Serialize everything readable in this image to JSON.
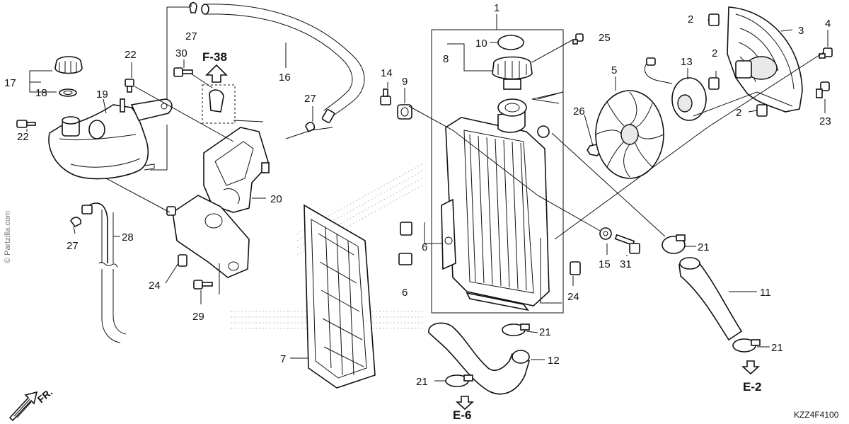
{
  "watermark": "© Partzilla.com",
  "diagram_code": "KZZ4F4100",
  "front_indicator": "FR.",
  "references": [
    "F-38",
    "E-6",
    "E-2"
  ],
  "callouts": {
    "c1": "1",
    "c2a": "2",
    "c2b": "2",
    "c2c": "2",
    "c3": "3",
    "c4": "4",
    "c5": "5",
    "c6a": "6",
    "c6b": "6",
    "c7": "7",
    "c8": "8",
    "c9": "9",
    "c10": "10",
    "c11": "11",
    "c12": "12",
    "c13": "13",
    "c14": "14",
    "c15": "15",
    "c16": "16",
    "c17": "17",
    "c18": "18",
    "c19": "19",
    "c20": "20",
    "c21a": "21",
    "c21b": "21",
    "c21c": "21",
    "c21d": "21",
    "c22a": "22",
    "c22b": "22",
    "c23": "23",
    "c24a": "24",
    "c24b": "24",
    "c25": "25",
    "c26": "26",
    "c27a": "27",
    "c27b": "27",
    "c27c": "27",
    "c28": "28",
    "c29": "29",
    "c30": "30",
    "c31": "31"
  }
}
